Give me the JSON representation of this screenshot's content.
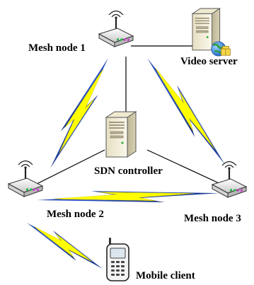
{
  "diagram": {
    "nodes": {
      "mesh_node_1": {
        "label": "Mesh node 1",
        "icon": "wireless-router-icon"
      },
      "mesh_node_2": {
        "label": "Mesh node 2",
        "icon": "wireless-router-icon"
      },
      "mesh_node_3": {
        "label": "Mesh node 3",
        "icon": "wireless-router-icon"
      },
      "sdn_controller": {
        "label": "SDN controller",
        "icon": "server-tower-icon"
      },
      "video_server": {
        "label": "Video server",
        "icon": "web-server-icon"
      },
      "mobile_client": {
        "label": "Mobile client",
        "icon": "mobile-phone-icon"
      }
    },
    "wired_links": [
      [
        "mesh_node_1",
        "video_server"
      ],
      [
        "mesh_node_1",
        "sdn_controller"
      ],
      [
        "sdn_controller",
        "mesh_node_2"
      ],
      [
        "sdn_controller",
        "mesh_node_3"
      ]
    ],
    "wireless_links": [
      [
        "mesh_node_1",
        "mesh_node_2"
      ],
      [
        "mesh_node_1",
        "mesh_node_3"
      ],
      [
        "mesh_node_2",
        "mesh_node_3"
      ],
      [
        "mesh_node_2",
        "mobile_client"
      ]
    ],
    "colors": {
      "wired_link": "#000000",
      "wireless_bolt_fill": "#ffff00",
      "wireless_bolt_edge": "#1f3a93",
      "router_body": "#e8e8e8",
      "server_body": "#f2ecd5"
    }
  }
}
